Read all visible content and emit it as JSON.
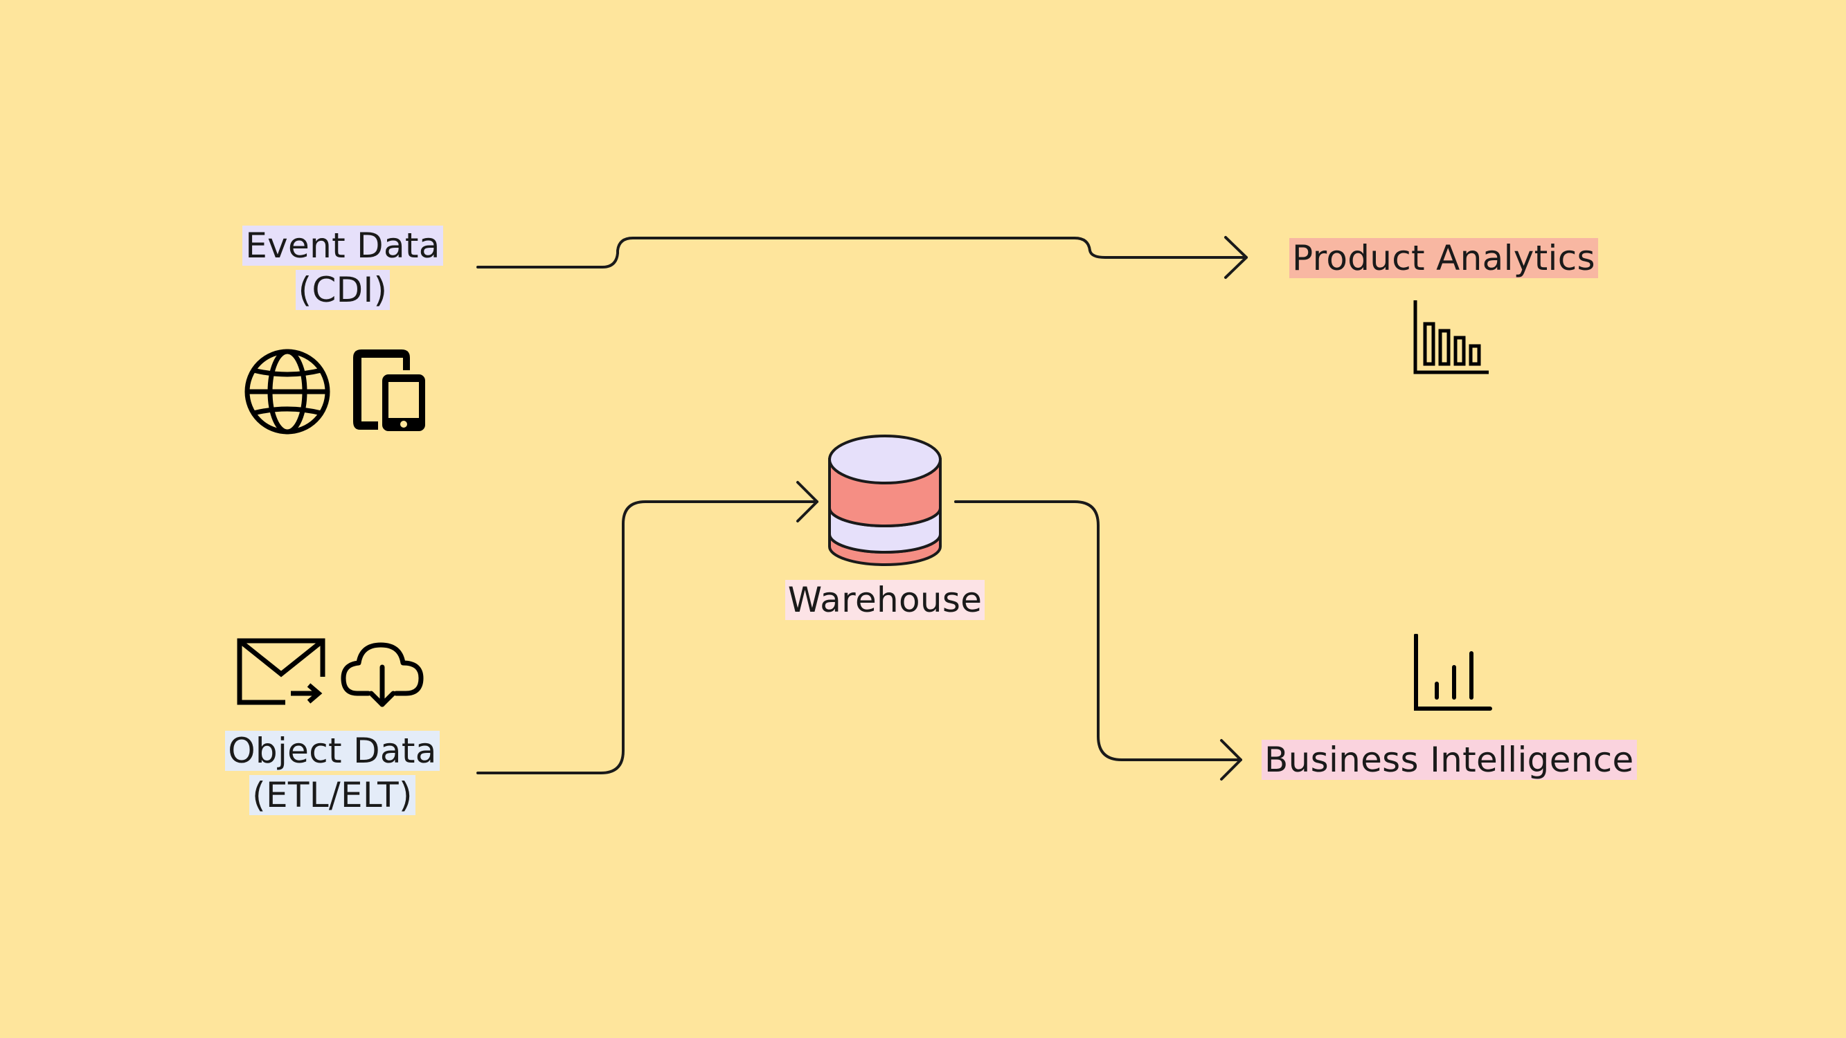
{
  "sources": {
    "event_line1": "Event Data",
    "event_line2": "(CDI)",
    "object_line1": "Object Data",
    "object_line2": "(ETL/ELT)"
  },
  "hub": {
    "label": "Warehouse"
  },
  "destinations": {
    "analytics": "Product Analytics",
    "bi": "Business Intelligence"
  },
  "icons": [
    "globe-icon",
    "devices-icon",
    "email-export-icon",
    "cloud-download-icon",
    "database-icon",
    "bar-chart-icon",
    "column-chart-icon"
  ],
  "colors": {
    "background": "#FEE59C",
    "stroke": "#1a1a1a",
    "db_top": "#E6E0FA",
    "db_band": "#F58E84"
  }
}
